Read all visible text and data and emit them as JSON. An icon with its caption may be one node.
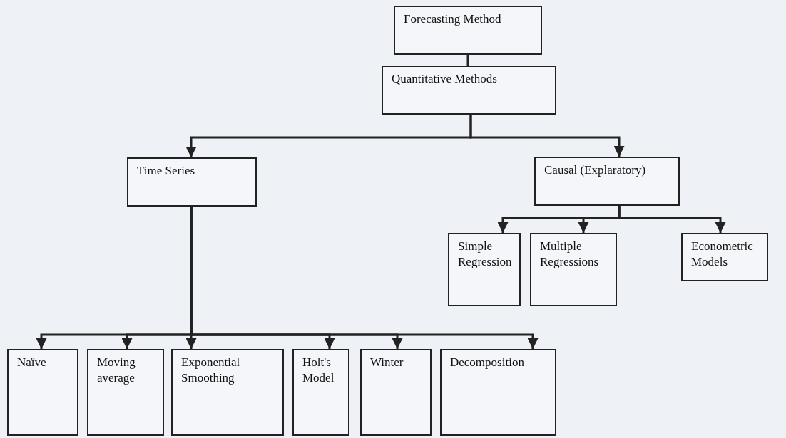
{
  "diagram": {
    "nodes": [
      {
        "text": [
          "Forecasting Method"
        ]
      },
      {
        "text": [
          "Quantitative Methods"
        ]
      },
      {
        "text": [
          "Time Series"
        ]
      },
      {
        "text": [
          "Causal (Explaratory)"
        ]
      },
      {
        "text": [
          "Simple Regression"
        ]
      },
      {
        "text": [
          "Multiple Regressions"
        ]
      },
      {
        "text": [
          "Econometric Models"
        ]
      },
      {
        "text": [
          "Naïve"
        ]
      },
      {
        "text": [
          "Moving average"
        ]
      },
      {
        "text": [
          "Exponential Smoothing"
        ]
      },
      {
        "text": [
          "Holt's Model"
        ]
      },
      {
        "text": [
          "Winter"
        ]
      },
      {
        "text": [
          "Decomposition"
        ]
      }
    ],
    "edges": [
      {
        "from": 0,
        "to": 1,
        "arrow": "none"
      },
      {
        "from": 1,
        "to": 2,
        "arrow": "to"
      },
      {
        "from": 1,
        "to": 3,
        "arrow": "to"
      },
      {
        "from": 3,
        "to": 4,
        "arrow": "to"
      },
      {
        "from": 3,
        "to": 5,
        "arrow": "to"
      },
      {
        "from": 3,
        "to": 6,
        "arrow": "to"
      },
      {
        "from": 2,
        "to": 7,
        "arrow": "to"
      },
      {
        "from": 2,
        "to": 8,
        "arrow": "to"
      },
      {
        "from": 2,
        "to": 9,
        "arrow": "to"
      },
      {
        "from": 2,
        "to": 10,
        "arrow": "to"
      },
      {
        "from": 2,
        "to": 11,
        "arrow": "to"
      },
      {
        "from": 2,
        "to": 12,
        "arrow": "to"
      }
    ]
  }
}
